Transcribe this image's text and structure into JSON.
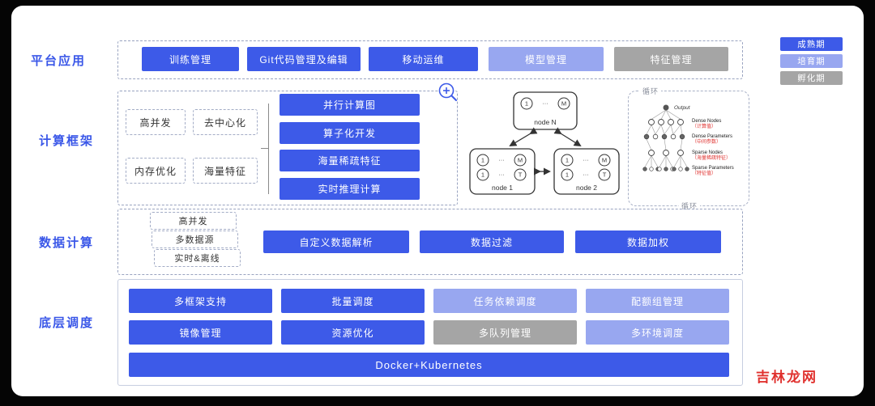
{
  "panel": {
    "watermark": "吉林龙网"
  },
  "legend": [
    {
      "label": "成熟期",
      "tier": "mature"
    },
    {
      "label": "培育期",
      "tier": "growing"
    },
    {
      "label": "孵化期",
      "tier": "incubating"
    }
  ],
  "colors": {
    "mature": "#3D5AE8",
    "growing": "#98A7F0",
    "incubating": "#A5A5A5",
    "row_label": "#3A57E8",
    "watermark": "#E0312E"
  },
  "rows": {
    "platform": {
      "label": "平台应用",
      "buttons": [
        {
          "label": "训练管理",
          "tier": "mature"
        },
        {
          "label": "Git代码管理及编辑",
          "tier": "mature"
        },
        {
          "label": "移动运维",
          "tier": "mature"
        },
        {
          "label": "模型管理",
          "tier": "growing"
        },
        {
          "label": "特征管理",
          "tier": "incubating"
        }
      ]
    },
    "framework": {
      "label": "计算框架",
      "features": [
        {
          "label": "高并发"
        },
        {
          "label": "去中心化"
        },
        {
          "label": "内存优化"
        },
        {
          "label": "海量特征"
        }
      ],
      "capabilities": [
        {
          "label": "并行计算图"
        },
        {
          "label": "算子化开发"
        },
        {
          "label": "海量稀疏特征"
        },
        {
          "label": "实时推理计算"
        }
      ],
      "cluster": {
        "top_node": "node N",
        "left_node": "node 1",
        "right_node": "node 2",
        "circle_first": "1",
        "circle_dots": "···",
        "circle_m": "M",
        "circle_t": "T"
      },
      "loop": {
        "label_top": "循环",
        "label_bottom": "循环",
        "net_labels": [
          {
            "name": "Output",
            "note": ""
          },
          {
            "name": "Dense Nodes",
            "note": "（计算值）"
          },
          {
            "name": "Dense Parameters",
            "note": "（中间参数）"
          },
          {
            "name": "Sparse Nodes",
            "note": "（海量稀疏特征）"
          },
          {
            "name": "Sparse Parameters",
            "note": "（特征值）"
          }
        ]
      }
    },
    "data": {
      "label": "数据计算",
      "features": [
        {
          "label": "高并发"
        },
        {
          "label": "多数据源"
        },
        {
          "label": "实时&离线"
        }
      ],
      "capabilities": [
        {
          "label": "自定义数据解析"
        },
        {
          "label": "数据过滤"
        },
        {
          "label": "数据加权"
        }
      ]
    },
    "scheduling": {
      "label": "底层调度",
      "buttons": [
        {
          "label": "多框架支持",
          "tier": "mature"
        },
        {
          "label": "批量调度",
          "tier": "mature"
        },
        {
          "label": "任务依赖调度",
          "tier": "growing"
        },
        {
          "label": "配额组管理",
          "tier": "growing"
        },
        {
          "label": "镜像管理",
          "tier": "mature"
        },
        {
          "label": "资源优化",
          "tier": "mature"
        },
        {
          "label": "多队列管理",
          "tier": "incubating"
        },
        {
          "label": "多环境调度",
          "tier": "growing"
        }
      ],
      "base": {
        "label": "Docker+Kubernetes",
        "tier": "mature"
      }
    }
  }
}
